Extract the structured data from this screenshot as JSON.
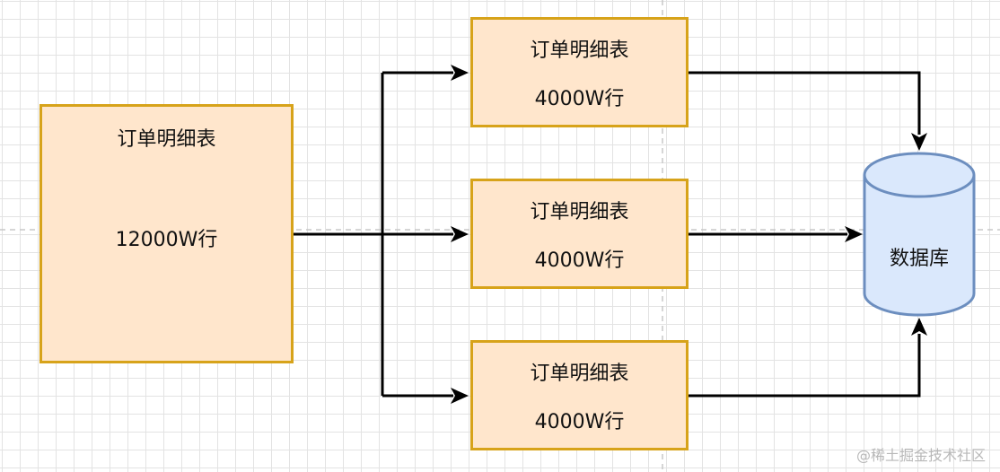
{
  "source_table": {
    "title": "订单明细表",
    "rows": "12000W行"
  },
  "split_tables": [
    {
      "title": "订单明细表",
      "rows": "4000W行"
    },
    {
      "title": "订单明细表",
      "rows": "4000W行"
    },
    {
      "title": "订单明细表",
      "rows": "4000W行"
    }
  ],
  "database": {
    "label": "数据库"
  },
  "watermark": "@稀土掘金技术社区",
  "colors": {
    "box_fill": "#ffe6cc",
    "box_border": "#d7a31a",
    "db_fill": "#dae8fc",
    "db_border": "#6c8ebf",
    "arrow": "#000000"
  }
}
